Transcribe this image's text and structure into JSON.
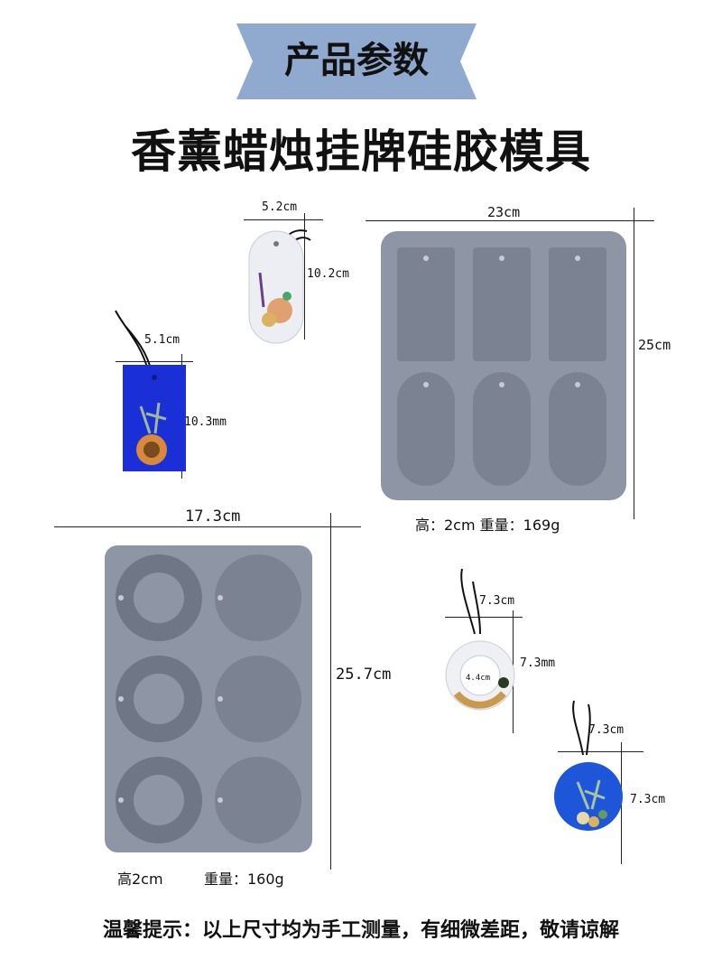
{
  "header": {
    "banner_label": "产品参数",
    "title": "香薰蜡烛挂牌硅胶模具"
  },
  "colors": {
    "banner": "#8fa9cf",
    "mold": "#8e96a6",
    "cavity": "#7b8292",
    "tag_blue": "#1a2fd6"
  },
  "dimensions": {
    "oval_tag_width": "5.2cm",
    "oval_tag_height": "10.2cm",
    "rect_tag_width": "5.1cm",
    "rect_tag_height": "10.3mm",
    "mold1_width": "23cm",
    "mold1_height": "25cm",
    "mold2_width": "17.3cm",
    "mold2_height": "25.7cm",
    "ring_tag_width": "7.3cm",
    "ring_tag_height": "7.3mm",
    "ring_inner": "4.4cm",
    "disc_tag_width": "7.3cm",
    "disc_tag_height": "7.3cm"
  },
  "specs": {
    "mold1": "高：2cm  重量：169g",
    "mold2_height": "高2cm",
    "mold2_weight": "重量：160g"
  },
  "footer": "温馨提示：以上尺寸均为手工测量，有细微差距，敬请谅解"
}
